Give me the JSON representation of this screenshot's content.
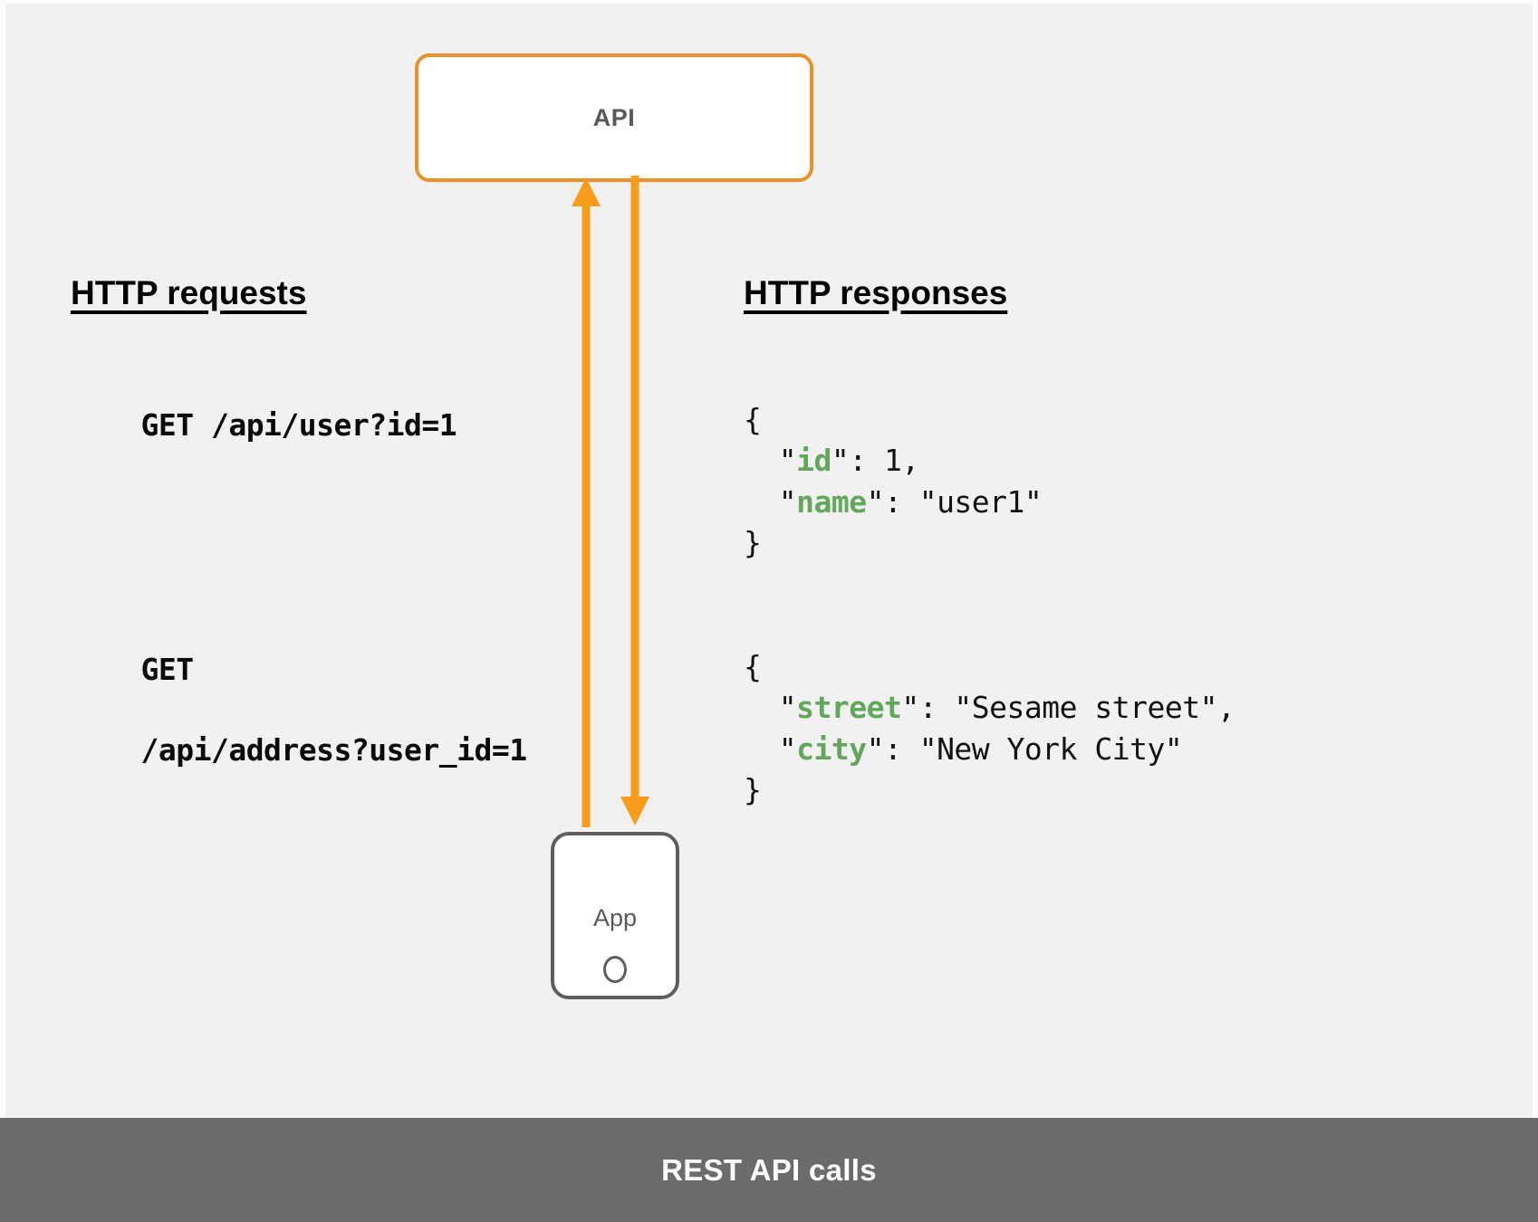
{
  "diagram": {
    "nodes": {
      "api": {
        "label": "API"
      },
      "app": {
        "label": "App"
      }
    },
    "columns": {
      "requests_heading": "HTTP requests",
      "responses_heading": "HTTP responses"
    },
    "requests": [
      {
        "line1": "GET /api/user?id=1",
        "line2": ""
      },
      {
        "line1": "GET",
        "line2": "/api/address?user_id=1"
      }
    ],
    "responses": [
      {
        "open_brace": "{",
        "lines": [
          {
            "indent": "  \"",
            "key": "id",
            "rest": "\": 1,"
          },
          {
            "indent": "  \"",
            "key": "name",
            "rest": "\": \"user1\""
          }
        ],
        "close_brace": "}"
      },
      {
        "open_brace": "{",
        "lines": [
          {
            "indent": "  \"",
            "key": "street",
            "rest": "\": \"Sesame street\","
          },
          {
            "indent": "  \"",
            "key": "city",
            "rest": "\": \"New York City\""
          }
        ],
        "close_brace": "}"
      }
    ],
    "arrows": [
      {
        "name": "request-arrow-up",
        "direction": "up",
        "from": "app",
        "to": "api"
      },
      {
        "name": "response-arrow-down",
        "direction": "down",
        "from": "api",
        "to": "app"
      }
    ],
    "footer": {
      "caption": "REST API calls"
    },
    "colors": {
      "background": "#f1f1f1",
      "api_border": "#e8912d",
      "arrow": "#f89c1c",
      "phone_border": "#5e5e5e",
      "node_text": "#595959",
      "json_key": "#62a85a",
      "footer_background": "#6b6b6b",
      "footer_text": "#ffffff"
    }
  }
}
